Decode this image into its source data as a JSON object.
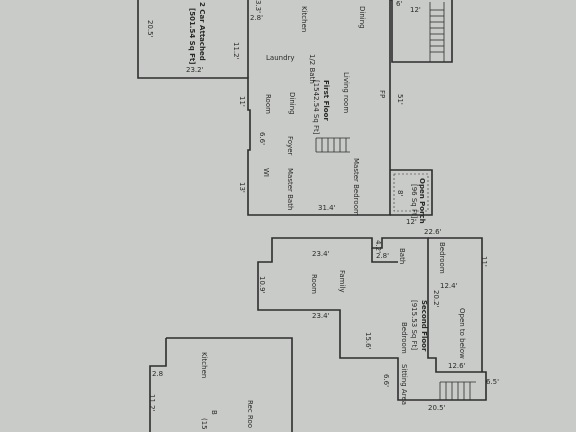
{
  "first_floor": {
    "title": "First Floor",
    "area": "[1542.54 Sq Ft]",
    "garage_title": "2 Car Attached",
    "garage_area": "[501.54 Sq Ft]",
    "rooms": [
      "Dining",
      "Kitchen",
      "Laundry",
      "1/2 Bath",
      "Living room",
      "FP",
      "Dining",
      "Room",
      "Foyer",
      "Master Bedroom",
      "WI",
      "Master Bath"
    ],
    "dims": [
      "20.5'",
      "23.2'",
      "11.2'",
      "2.8'",
      "3.3'",
      "6'",
      "12'",
      "11'",
      "6.6'",
      "13'",
      "31.4'",
      "12'",
      "8'",
      "51'",
      "22.6'"
    ],
    "porch_title": "Open Porch",
    "porch_area": "[96 Sq Ft]"
  },
  "second_floor": {
    "title": "Second Floor",
    "area": "[915.53 Sq Ft]",
    "rooms": [
      "Bath",
      "Bedroom",
      "Family",
      "Room",
      "Bedroom",
      "Open to below",
      "Sitting Area"
    ],
    "dims": [
      "23.4'",
      "4.2'",
      "2.8'",
      "10.9'",
      "23.4'",
      "15.6'",
      "6.6'",
      "20.2'",
      "12.4'",
      "11'",
      "12.6'",
      "6.5'",
      "20.5'"
    ]
  },
  "third_area": {
    "rooms": [
      "Kitchen",
      "Rec Roo",
      "B",
      "(15"
    ],
    "dims": [
      "2.8",
      "11.2'"
    ]
  }
}
